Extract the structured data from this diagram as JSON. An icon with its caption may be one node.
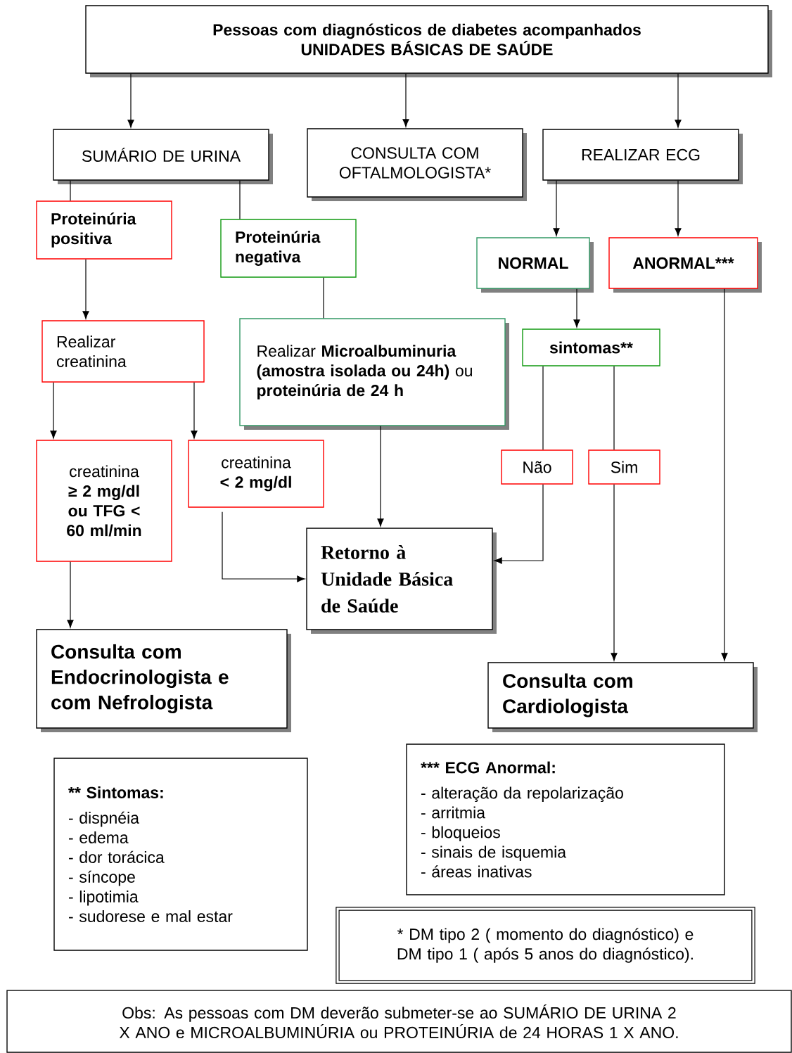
{
  "diagram": {
    "nodes": [
      {
        "text": [
          "Pessoas com diagnósticos de diabetes acompanhados",
          "UNIDADES BÁSICAS DE SAÚDE"
        ]
      },
      {
        "text": [
          "SUMÁRIO DE URINA"
        ]
      },
      {
        "text": [
          "CONSULTA COM OFTALMOLOGISTA*"
        ]
      },
      {
        "text": [
          "REALIZAR  ECG"
        ]
      },
      {
        "text": [
          "Proteinúria positiva"
        ]
      },
      {
        "text": [
          "Proteinúria negativa"
        ]
      },
      {
        "text": [
          "NORMAL"
        ]
      },
      {
        "text": [
          "ANORMAL***"
        ]
      },
      {
        "text": [
          "Realizar creatinina"
        ]
      },
      {
        "text": [
          "Realizar **Microalbuminuria (amostra isolada ou 24h)** ou **proteinúria de 24 h**"
        ]
      },
      {
        "text": [
          "sintomas**"
        ]
      },
      {
        "text": [
          "creatinina",
          "≥ 2 mg/dl ou TFG < 60 ml/min"
        ]
      },
      {
        "text": [
          "creatinina",
          "< 2 mg/dl"
        ]
      },
      {
        "text": [
          "Não"
        ]
      },
      {
        "text": [
          "Sim"
        ]
      },
      {
        "text": [
          "Retorno à Unidade Básica de Saúde"
        ]
      },
      {
        "text": [
          "Consulta com Endocrinologista e com Nefrologista"
        ]
      },
      {
        "text": [
          "Consulta com Cardiologista"
        ]
      },
      {
        "text": [
          "** Sintomas:",
          "- dispnéia",
          "- edema",
          "- dor torácica",
          "- síncope",
          "- lipotimia",
          "- sudorese e mal estar"
        ]
      },
      {
        "text": [
          "*** ECG Anormal:",
          "- alteração da repolarização",
          "- arritmia",
          "- bloqueios",
          "- sinais de isquemia",
          "- áreas inativas"
        ]
      },
      {
        "text": [
          "* DM tipo 2 ( momento do diagnóstico) e DM  tipo 1 ( após 5 anos do diagnóstico)."
        ]
      },
      {
        "text": [
          "Obs:  As pessoas com DM  deverão  submeter-se ao SUMÁRIO DE URINA 2 X ANO e MICROALBUMINÚRIA ou PROTEINÚRIA de 24 HORAS 1 X  ANO."
        ]
      }
    ],
    "edges": [
      {
        "from": 0,
        "to": 1,
        "arrow": "to"
      },
      {
        "from": 0,
        "to": 2,
        "arrow": "to"
      },
      {
        "from": 0,
        "to": 3,
        "arrow": "to"
      },
      {
        "from": 1,
        "to": 4,
        "arrow": "none"
      },
      {
        "from": 1,
        "to": 5,
        "arrow": "none"
      },
      {
        "from": 3,
        "to": 6,
        "arrow": "to"
      },
      {
        "from": 3,
        "to": 7,
        "arrow": "to"
      },
      {
        "from": 4,
        "to": 8,
        "arrow": "to"
      },
      {
        "from": 5,
        "to": 9,
        "arrow": "none"
      },
      {
        "from": 6,
        "to": 10,
        "arrow": "to"
      },
      {
        "from": 8,
        "to": 11,
        "arrow": "to"
      },
      {
        "from": 8,
        "to": 12,
        "arrow": "to"
      },
      {
        "from": 10,
        "to": 13,
        "arrow": "none"
      },
      {
        "from": 10,
        "to": 14,
        "arrow": "none"
      },
      {
        "from": 9,
        "to": 15,
        "arrow": "to"
      },
      {
        "from": 12,
        "to": 15,
        "arrow": "to"
      },
      {
        "from": 13,
        "to": 15,
        "arrow": "to"
      },
      {
        "from": 11,
        "to": 16,
        "arrow": "to"
      },
      {
        "from": 14,
        "to": 17,
        "arrow": "to"
      },
      {
        "from": 7,
        "to": 17,
        "arrow": "to"
      }
    ]
  }
}
